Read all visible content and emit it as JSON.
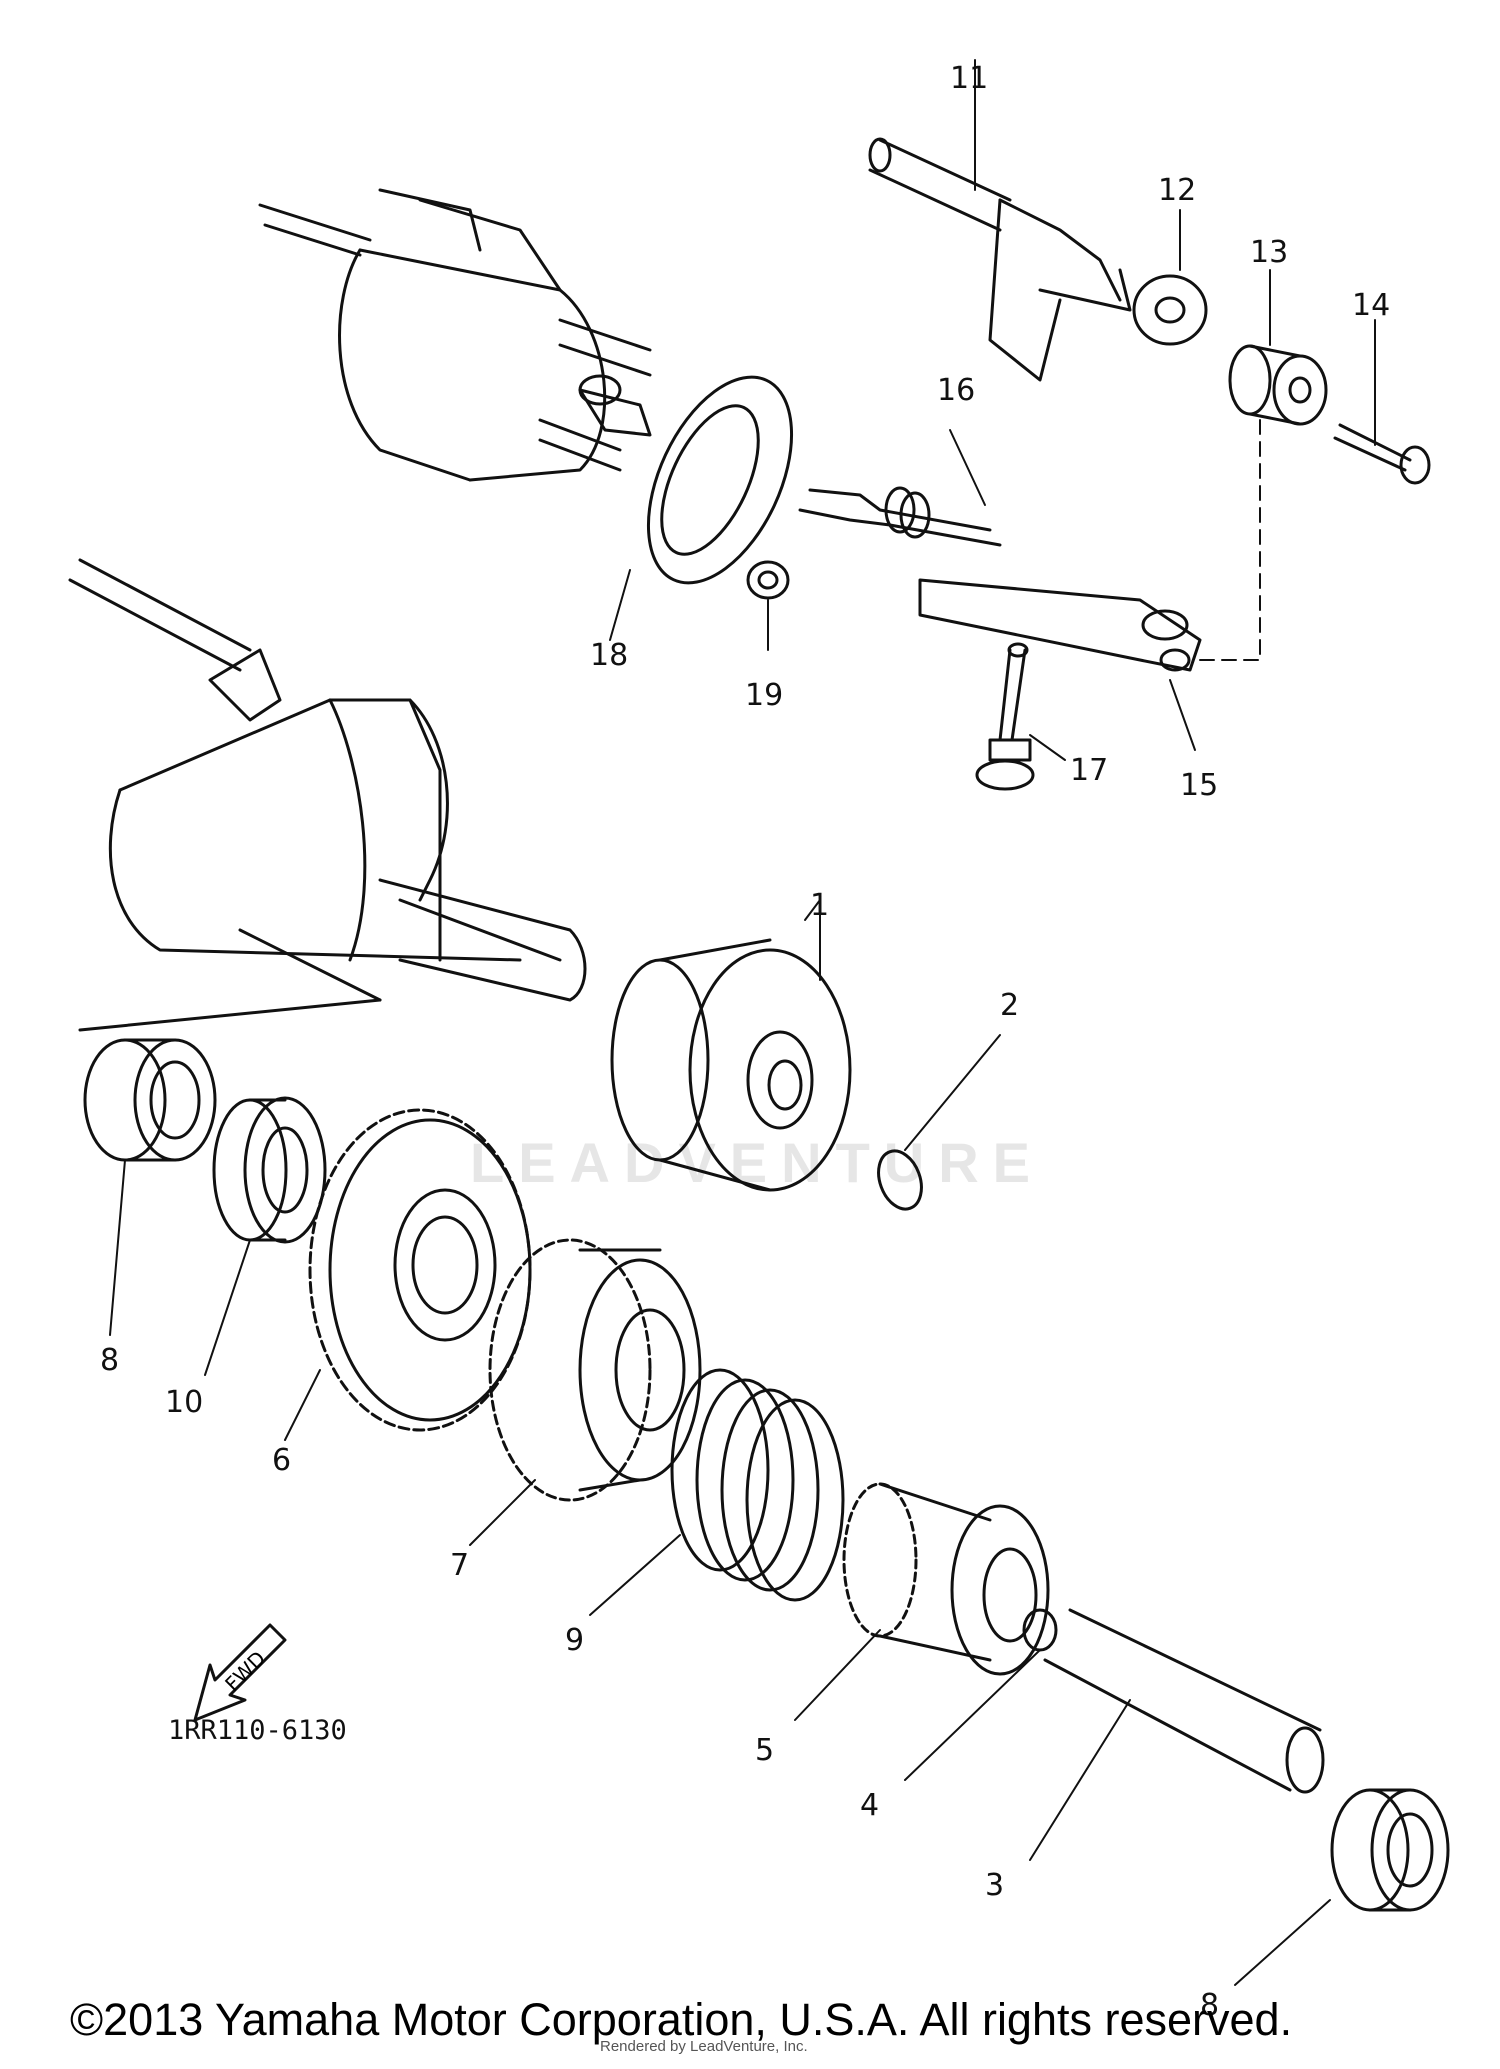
{
  "diagram": {
    "code": "1RR110-6130",
    "fwd_label": "FWD",
    "watermark": "LEADVENTURE",
    "callouts": {
      "p1": "1",
      "p2": "2",
      "p3": "3",
      "p4": "4",
      "p5": "5",
      "p6": "6",
      "p7": "7",
      "p8a": "8",
      "p8b": "8",
      "p9": "9",
      "p10": "10",
      "p11": "11",
      "p12": "12",
      "p13": "13",
      "p14": "14",
      "p15": "15",
      "p16": "16",
      "p17": "17",
      "p18": "18",
      "p19": "19"
    }
  },
  "footer": {
    "copyright": "©2013 Yamaha Motor Corporation, U.S.A. All rights reserved.",
    "rendered_by": "Rendered by LeadVenture, Inc."
  }
}
